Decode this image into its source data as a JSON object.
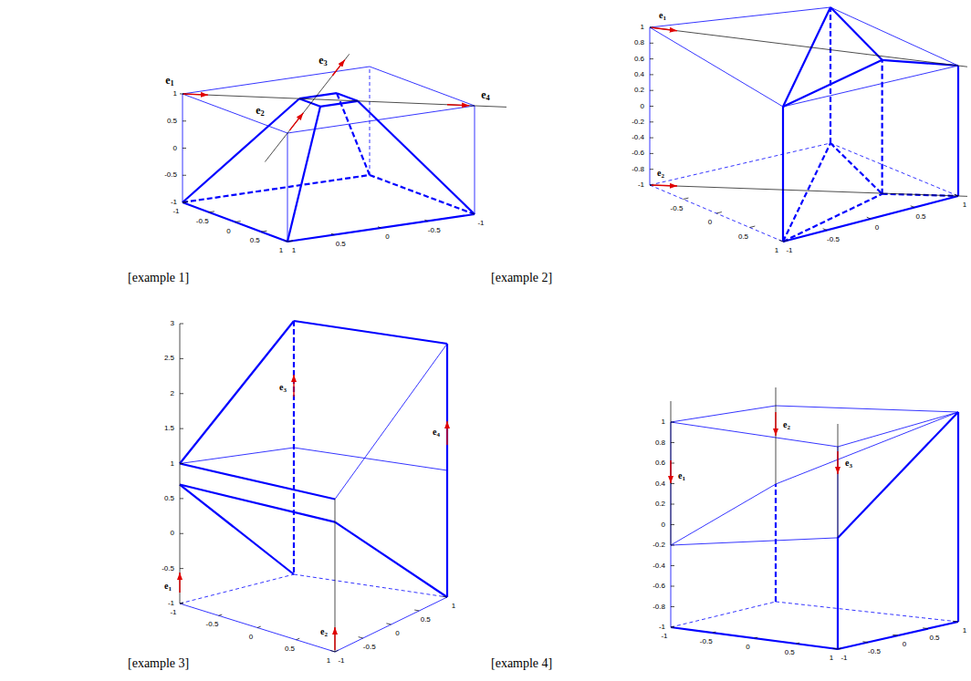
{
  "diagram": {
    "labels": [
      "1",
      "0.5",
      "0",
      "-0.5",
      "-1",
      "-1",
      "-0.5",
      "0",
      "0.5",
      "1",
      "1",
      "0.5",
      "0",
      "-0.5",
      "-1",
      "e1",
      "e2",
      "e3",
      "e4",
      "[example 1]",
      "1",
      "0.8",
      "0.6",
      "0.4",
      "0.2",
      "0",
      "-0.2",
      "-0.4",
      "-0.6",
      "-0.8",
      "-1",
      "-0.5",
      "0",
      "0.5",
      "1",
      "-1",
      "-0.5",
      "0",
      "0.5",
      "1",
      "e1",
      "e2",
      "[example 2]",
      "3",
      "2.5",
      "2",
      "1.5",
      "1",
      "0.5",
      "0",
      "-0.5",
      "-1",
      "-1",
      "-0.5",
      "0",
      "0.5",
      "1",
      "-1",
      "-0.5",
      "0",
      "0.5",
      "1",
      "e1",
      "e2",
      "e3",
      "e4",
      "[example 3]",
      "1",
      "0.8",
      "0.6",
      "0.4",
      "0.2",
      "0",
      "-0.2",
      "-0.4",
      "-0.6",
      "-0.8",
      "-1",
      "-1",
      "-0.5",
      "0",
      "0.5",
      "1",
      "-1",
      "-0.5",
      "0",
      "0.5",
      "1",
      "e1",
      "e2",
      "e3",
      "[example 4]"
    ]
  }
}
